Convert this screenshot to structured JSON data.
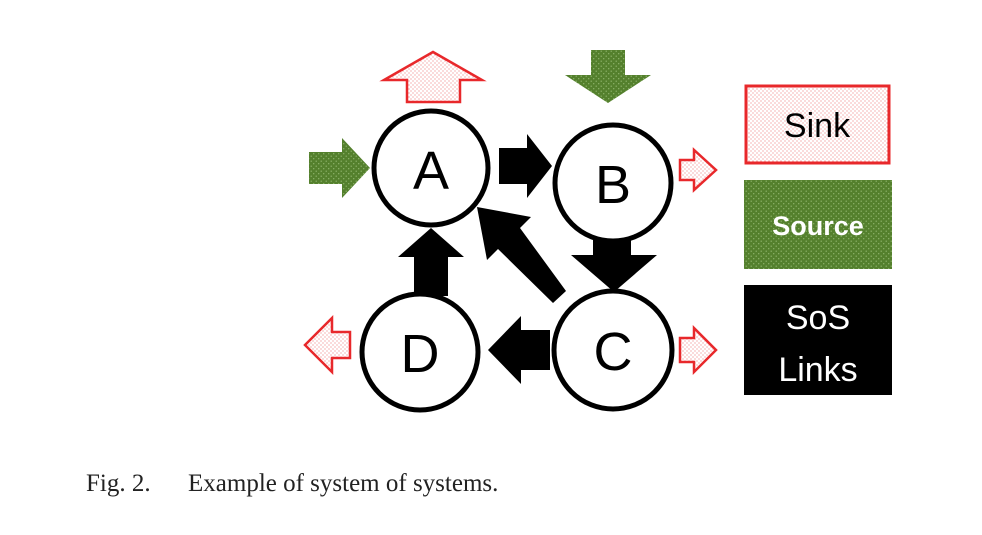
{
  "nodes": [
    {
      "id": "A",
      "label": "A"
    },
    {
      "id": "B",
      "label": "B"
    },
    {
      "id": "C",
      "label": "C"
    },
    {
      "id": "D",
      "label": "D"
    }
  ],
  "links": [
    {
      "from": "A",
      "to": "B"
    },
    {
      "from": "B",
      "to": "C"
    },
    {
      "from": "C",
      "to": "A"
    },
    {
      "from": "C",
      "to": "D"
    },
    {
      "from": "D",
      "to": "A"
    }
  ],
  "sources": [
    "A",
    "B"
  ],
  "sinks": [
    "A",
    "B",
    "C",
    "D"
  ],
  "legend": {
    "sink": {
      "label": "Sink"
    },
    "source": {
      "label": "Source"
    },
    "sos_links": {
      "label_line1": "SoS",
      "label_line2": "Links"
    }
  },
  "colors": {
    "sink_stroke": "#e8282b",
    "sink_dots": "#f08f8f",
    "source_fill": "#54802d",
    "source_dots": "#8db36a",
    "link": "#000000"
  },
  "caption": {
    "number": "Fig. 2.",
    "text": "Example of system of systems."
  }
}
